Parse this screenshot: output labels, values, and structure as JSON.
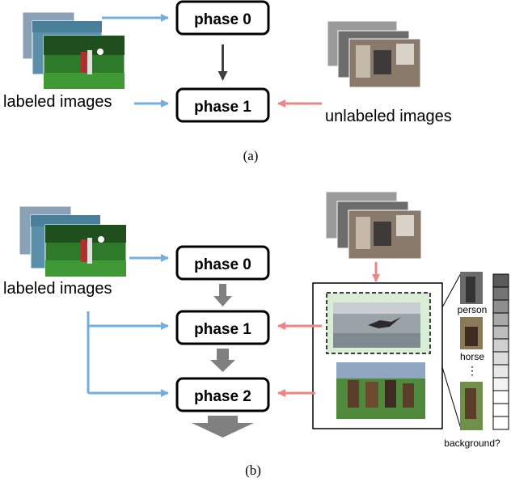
{
  "panel_a": {
    "phase0": "phase 0",
    "phase1": "phase 1",
    "labeled": "labeled images",
    "unlabeled": "unlabeled images",
    "caption": "(a)"
  },
  "panel_b": {
    "phase0": "phase 0",
    "phase1": "phase 1",
    "phase2": "phase 2",
    "labeled": "labeled images",
    "classes": [
      "person",
      "horse",
      "⋮",
      "background?"
    ],
    "caption": "(b)"
  },
  "colors": {
    "labeled_arrow": "#6fb0e0",
    "unlabeled_arrow": "#ee8585",
    "phase_arrow": "#808080",
    "box_border": "#000000"
  },
  "score_bar_cells": [
    "#5a5a5a",
    "#747474",
    "#8e8e8e",
    "#a8a8a8",
    "#bdbdbd",
    "#cfcfcf",
    "#dcdcdc",
    "#e8e8e8",
    "#f4f4f4",
    "#ffffff",
    "#ffffff",
    "#ffffff"
  ]
}
